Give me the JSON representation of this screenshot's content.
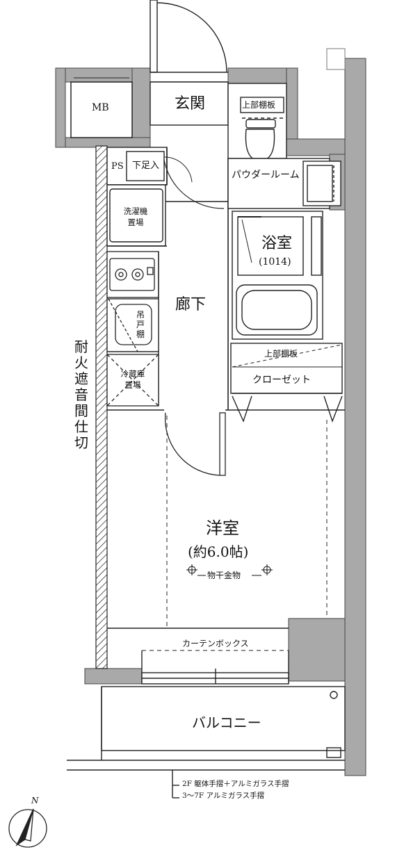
{
  "rooms": {
    "genkan": "玄関",
    "mb": "MB",
    "ps": "PS",
    "shita_ashiire": "下足入",
    "joubu_tanaita_toilet": "上部棚板",
    "powder_room": "パウダールーム",
    "sentakuki": "洗濯機",
    "sentakuki_2": "置場",
    "yokushitsu": "浴室",
    "yokushitsu_size": "(1014)",
    "rouka": "廊下",
    "todana_chars": [
      "吊",
      "戸",
      "棚"
    ],
    "reizouko": "冷蔵庫",
    "reizouko_2": "置場",
    "joubu_tanaita_closet": "上部棚板",
    "closet": "クローゼット",
    "youshitsu": "洋室",
    "youshitsu_size": "(約6.0帖)",
    "monohoshi": "物干金物",
    "curtain_box": "カーテンボックス",
    "balcony": "バルコニー"
  },
  "wall_note_chars": [
    "耐",
    "火",
    "遮",
    "音",
    "間",
    "仕",
    "切"
  ],
  "railing_notes": [
    "2F 躯体手摺＋アルミガラス手摺",
    "3〜7F アルミガラス手摺"
  ],
  "compass": {
    "label": "N"
  }
}
